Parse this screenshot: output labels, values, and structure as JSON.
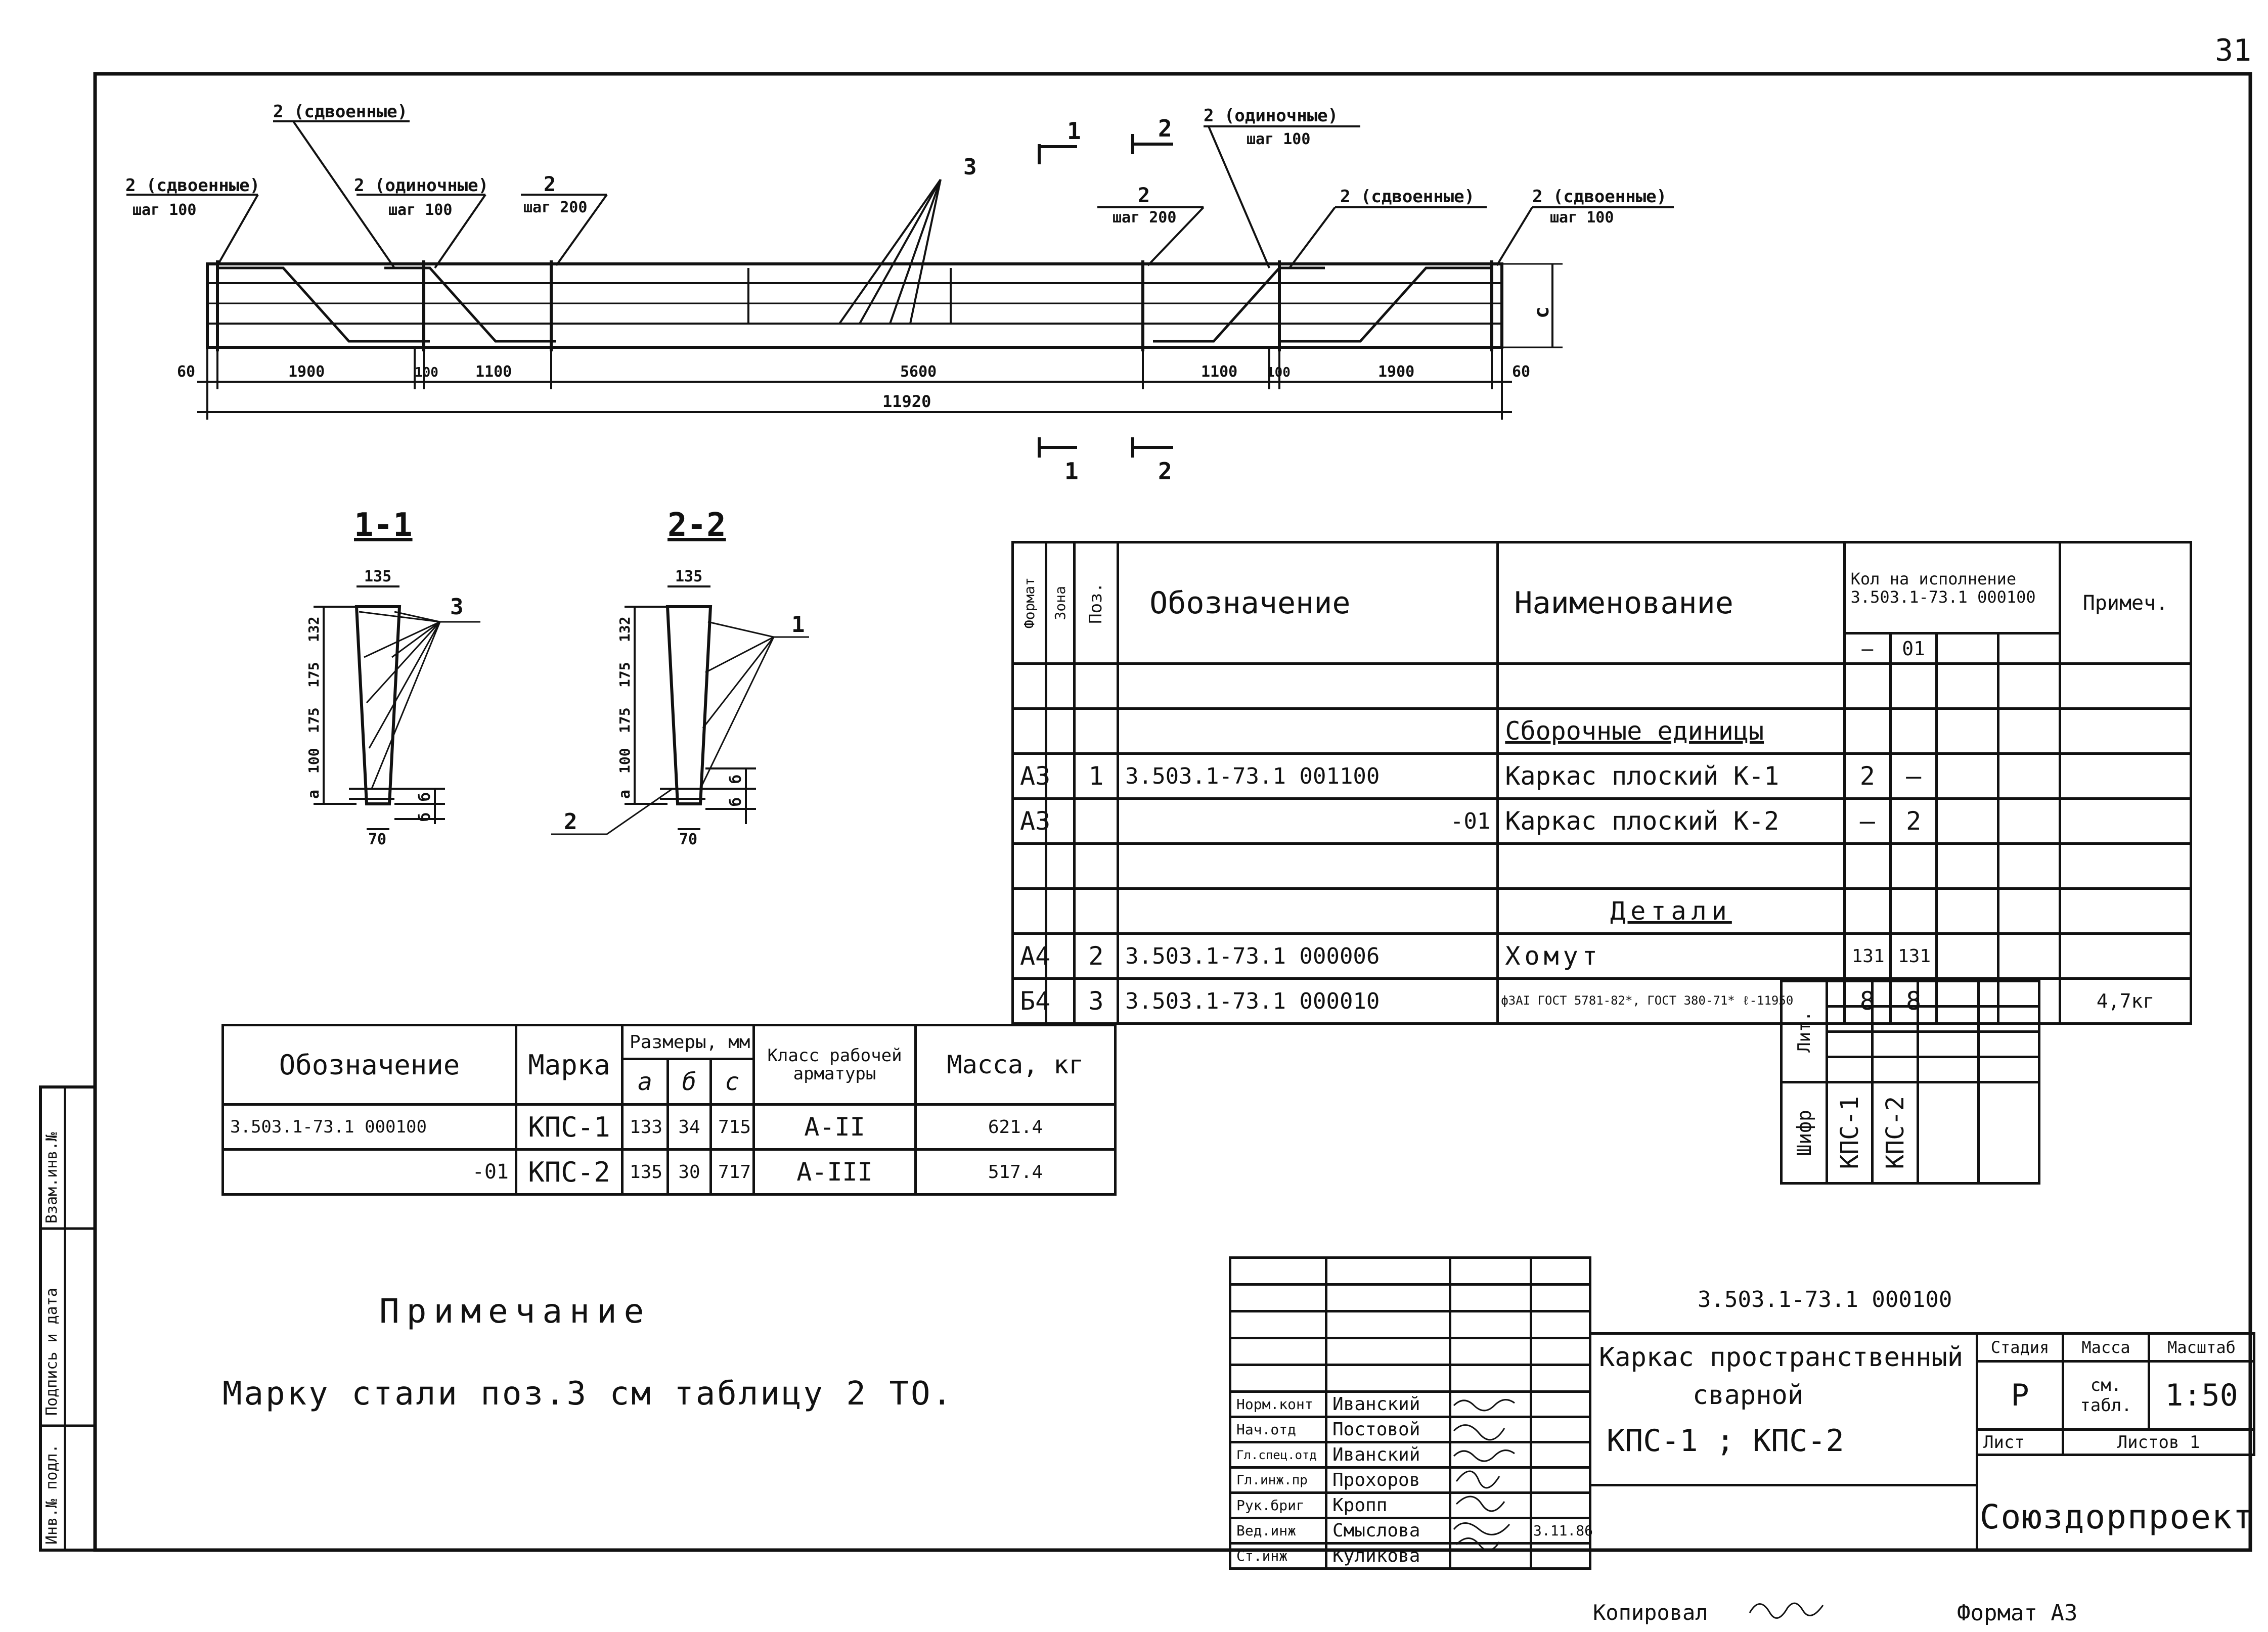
{
  "page_number": "31",
  "elevation": {
    "callouts": {
      "c1_top": "2 (сдвоенные)",
      "c1_bot": "шаг 100",
      "c2_top": "2 (сдвоенные)",
      "c3_top": "2 (одиночные)",
      "c3_bot": "шаг 100",
      "c4_top": "2",
      "c4_bot": "шаг 200",
      "c5": "3",
      "c6_top": "2",
      "c6_bot": "шаг 200",
      "c7_top": "2 (одиночные)",
      "c7_bot": "шаг 100",
      "c8_top": "2 (сдвоенные)",
      "c9_top": "2 (сдвоенные)",
      "c9_bot": "шаг 100"
    },
    "section_marks": {
      "s1": "1",
      "s2": "2"
    },
    "dim_c": "с",
    "dims": [
      "60",
      "1900",
      "100",
      "1100",
      "5600",
      "1100",
      "100",
      "1900",
      "60"
    ],
    "total": "11920"
  },
  "sections": {
    "s1": {
      "title": "1-1",
      "w_top": "135",
      "w_bot": "70",
      "callout": "3",
      "vdims": [
        "132",
        "175",
        "175",
        "100",
        "а"
      ],
      "rdims": [
        "б",
        "б"
      ]
    },
    "s2": {
      "title": "2-2",
      "w_top": "135",
      "w_bot": "70",
      "callout_right": "1",
      "callout_left": "2",
      "vdims": [
        "132",
        "175",
        "175",
        "100",
        "а"
      ],
      "rdims": [
        "б",
        "б"
      ]
    }
  },
  "spec": {
    "headers": {
      "format": "Формат",
      "zone": "Зона",
      "pos": "Поз.",
      "designation": "Обозначение",
      "name": "Наименование",
      "qty": "Кол на исполнение",
      "qty_code": "3.503.1-73.1 000100",
      "note": "Примеч.",
      "var1": "—",
      "var2": "01"
    },
    "rows": [
      {
        "fmt": "",
        "zone": "",
        "pos": "",
        "desig": "",
        "name": "",
        "q1": "",
        "q2": "",
        "note": ""
      },
      {
        "fmt": "",
        "zone": "",
        "pos": "",
        "desig": "",
        "name": "Сборочные единицы",
        "q1": "",
        "q2": "",
        "note": ""
      },
      {
        "fmt": "А3",
        "zone": "",
        "pos": "1",
        "desig": "3.503.1-73.1   001100",
        "name": "Каркас плоский  К-1",
        "q1": "2",
        "q2": "—",
        "note": ""
      },
      {
        "fmt": "А3",
        "zone": "",
        "pos": "",
        "desig": "-01",
        "name": "Каркас плоский  К-2",
        "q1": "—",
        "q2": "2",
        "note": ""
      },
      {
        "fmt": "",
        "zone": "",
        "pos": "",
        "desig": "",
        "name": "",
        "q1": "",
        "q2": "",
        "note": ""
      },
      {
        "fmt": "",
        "zone": "",
        "pos": "",
        "desig": "",
        "name": "Детали",
        "q1": "",
        "q2": "",
        "note": ""
      },
      {
        "fmt": "А4",
        "zone": "",
        "pos": "2",
        "desig": "3.503.1-73.1   000006",
        "name": "Хомут",
        "q1": "131",
        "q2": "131",
        "note": ""
      },
      {
        "fmt": "Б4",
        "zone": "",
        "pos": "3",
        "desig": "3.503.1-73.1   000010",
        "name": "ф3АI ГОСТ 5781-82*, ГОСТ 380-71* ℓ-11950",
        "q1": "8",
        "q2": "8",
        "note": "4,7кг"
      }
    ],
    "lit": "Лит.",
    "shifr": "Шифр",
    "col1": "КПС-1",
    "col2": "КПС-2"
  },
  "table2": {
    "headers": {
      "desig": "Обозначение",
      "mark": "Марка",
      "sizes": "Размеры, мм",
      "a": "а",
      "b": "б",
      "c": "с",
      "class": "Класс рабочей арматуры",
      "mass": "Масса, кг"
    },
    "rows": [
      {
        "desig": "3.503.1-73.1   000100",
        "mark": "КПС-1",
        "a": "133",
        "b": "34",
        "c": "715",
        "class": "А-II",
        "mass": "621.4"
      },
      {
        "desig": "-01",
        "mark": "КПС-2",
        "a": "135",
        "b": "30",
        "c": "717",
        "class": "А-III",
        "mass": "517.4"
      }
    ]
  },
  "note": {
    "title": "Примечание",
    "text": "Марку стали поз.3 см таблицу 2 ТО."
  },
  "stamp": {
    "doc_code": "3.503.1-73.1   000100",
    "title_line1": "Каркас пространственный",
    "title_line2": "сварной",
    "title_line3": "КПС-1 ; КПС-2",
    "stage_h": "Стадия",
    "mass_h": "Масса",
    "scale_h": "Масштаб",
    "stage": "Р",
    "mass": "см. табл.",
    "scale": "1:50",
    "sheet": "Лист",
    "sheets": "Листов 1",
    "org": "Союздорпроект",
    "people": [
      {
        "role": "Норм.конт",
        "name": "Иванский"
      },
      {
        "role": "Нач.отд",
        "name": "Постовой"
      },
      {
        "role": "Гл.спец.отд",
        "name": "Иванский"
      },
      {
        "role": "Гл.инж.пр",
        "name": "Прохоров"
      },
      {
        "role": "Рук.бриг",
        "name": "Кропп"
      },
      {
        "role": "Вед.инж",
        "name": "Смыслова"
      },
      {
        "role": "Ст.инж",
        "name": "Куликова"
      }
    ],
    "date": "3.11.86"
  },
  "left_strip": [
    "Взам.инв.№",
    "Подпись и дата",
    "Инв.№ подл."
  ],
  "footer": {
    "copied": "Копировал",
    "format": "Формат А3"
  }
}
